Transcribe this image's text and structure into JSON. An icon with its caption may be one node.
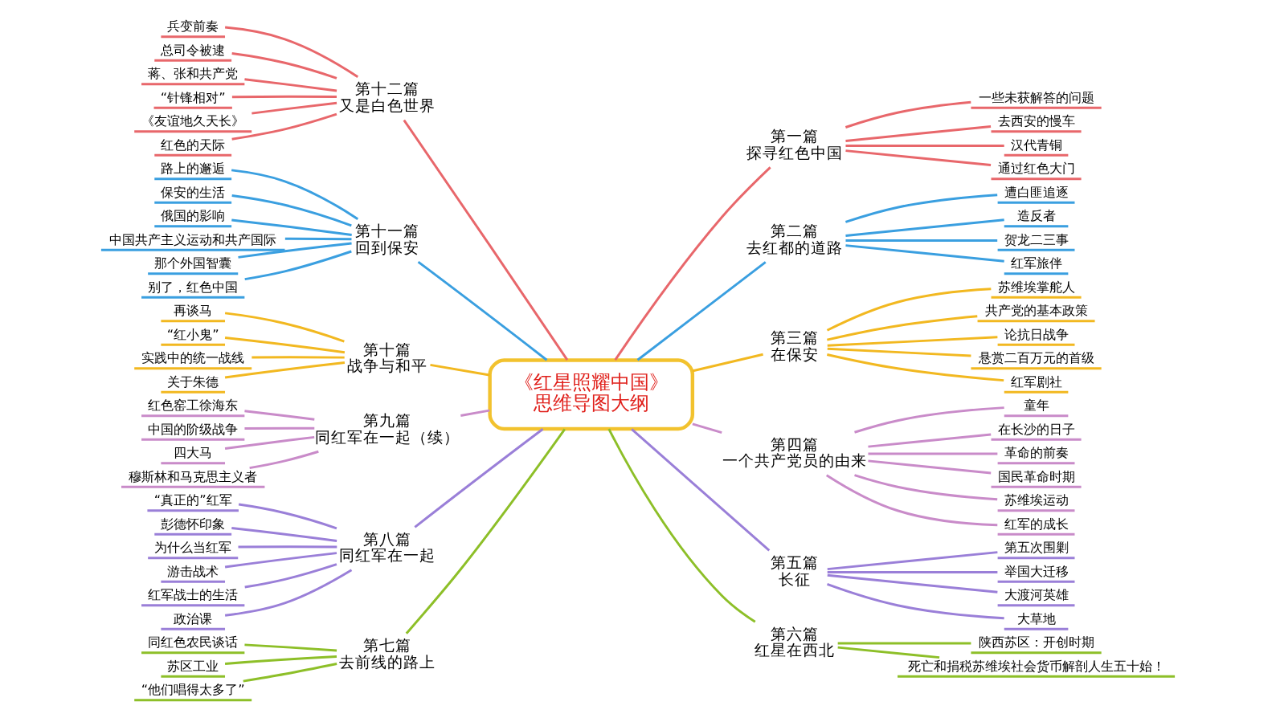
{
  "diagram": {
    "nodes": [
      {
        "text": [
          "《红星照耀中国》",
          "思维导图大纲"
        ]
      },
      {
        "text": [
          "第一篇",
          "探寻红色中国"
        ]
      },
      {
        "text": [
          "一些未获解答的问题"
        ]
      },
      {
        "text": [
          "去西安的慢车"
        ]
      },
      {
        "text": [
          "汉代青铜"
        ]
      },
      {
        "text": [
          "通过红色大门"
        ]
      },
      {
        "text": [
          "第二篇",
          "去红都的道路"
        ]
      },
      {
        "text": [
          "遭白匪追逐"
        ]
      },
      {
        "text": [
          "造反者"
        ]
      },
      {
        "text": [
          "贺龙二三事"
        ]
      },
      {
        "text": [
          "红军旅伴"
        ]
      },
      {
        "text": [
          "第三篇",
          "在保安"
        ]
      },
      {
        "text": [
          "苏维埃掌舵人"
        ]
      },
      {
        "text": [
          "共产党的基本政策"
        ]
      },
      {
        "text": [
          "论抗日战争"
        ]
      },
      {
        "text": [
          "悬赏二百万元的首级"
        ]
      },
      {
        "text": [
          "红军剧社"
        ]
      },
      {
        "text": [
          "第四篇",
          "一个共产党员的由来"
        ]
      },
      {
        "text": [
          "童年"
        ]
      },
      {
        "text": [
          "在长沙的日子"
        ]
      },
      {
        "text": [
          "革命的前奏"
        ]
      },
      {
        "text": [
          "国民革命时期"
        ]
      },
      {
        "text": [
          "苏维埃运动"
        ]
      },
      {
        "text": [
          "红军的成长"
        ]
      },
      {
        "text": [
          "第五篇",
          "长征"
        ]
      },
      {
        "text": [
          "第五次围剿"
        ]
      },
      {
        "text": [
          "举国大迁移"
        ]
      },
      {
        "text": [
          "大渡河英雄"
        ]
      },
      {
        "text": [
          "大草地"
        ]
      },
      {
        "text": [
          "第六篇",
          "红星在西北"
        ]
      },
      {
        "text": [
          "陕西苏区：开创时期"
        ]
      },
      {
        "text": [
          "死亡和捐税苏维埃社会货币解剖人生五十始！"
        ]
      },
      {
        "text": [
          "第七篇",
          "去前线的路上"
        ]
      },
      {
        "text": [
          "同红色农民谈话"
        ]
      },
      {
        "text": [
          "苏区工业"
        ]
      },
      {
        "text": [
          "“他们唱得太多了”"
        ]
      },
      {
        "text": [
          "第八篇",
          "同红军在一起"
        ]
      },
      {
        "text": [
          "“真正的”红军"
        ]
      },
      {
        "text": [
          "彭德怀印象"
        ]
      },
      {
        "text": [
          "为什么当红军"
        ]
      },
      {
        "text": [
          "游击战术"
        ]
      },
      {
        "text": [
          "红军战士的生活"
        ]
      },
      {
        "text": [
          "政治课"
        ]
      },
      {
        "text": [
          "第九篇",
          "同红军在一起（续）"
        ]
      },
      {
        "text": [
          "红色窑工徐海东"
        ]
      },
      {
        "text": [
          "中国的阶级战争"
        ]
      },
      {
        "text": [
          "四大马"
        ]
      },
      {
        "text": [
          "穆斯林和马克思主义者"
        ]
      },
      {
        "text": [
          "第十篇",
          "战争与和平"
        ]
      },
      {
        "text": [
          "再谈马"
        ]
      },
      {
        "text": [
          "“红小鬼”"
        ]
      },
      {
        "text": [
          "实践中的统一战线"
        ]
      },
      {
        "text": [
          "关于朱德"
        ]
      },
      {
        "text": [
          "第十一篇",
          "回到保安"
        ]
      },
      {
        "text": [
          "路上的邂逅"
        ]
      },
      {
        "text": [
          "保安的生活"
        ]
      },
      {
        "text": [
          "俄国的影响"
        ]
      },
      {
        "text": [
          "中国共产主义运动和共产国际"
        ]
      },
      {
        "text": [
          "那个外国智囊"
        ]
      },
      {
        "text": [
          "别了，红色中国"
        ]
      },
      {
        "text": [
          "第十二篇",
          "又是白色世界"
        ]
      },
      {
        "text": [
          "兵变前奏"
        ]
      },
      {
        "text": [
          "总司令被逮"
        ]
      },
      {
        "text": [
          "蒋、张和共产党"
        ]
      },
      {
        "text": [
          "“针锋相对”"
        ]
      },
      {
        "text": [
          "《友谊地久天长》"
        ]
      },
      {
        "text": [
          "红色的天际"
        ]
      }
    ],
    "edges": [
      {
        "from": 0,
        "to": 1,
        "arrow": "none",
        "color": "#e8676b"
      },
      {
        "from": 1,
        "to": 2,
        "arrow": "none",
        "color": "#e8676b"
      },
      {
        "from": 1,
        "to": 3,
        "arrow": "none",
        "color": "#e8676b"
      },
      {
        "from": 1,
        "to": 4,
        "arrow": "none",
        "color": "#e8676b"
      },
      {
        "from": 1,
        "to": 5,
        "arrow": "none",
        "color": "#e8676b"
      },
      {
        "from": 0,
        "to": 6,
        "arrow": "none",
        "color": "#3a9fe0"
      },
      {
        "from": 6,
        "to": 7,
        "arrow": "none",
        "color": "#3a9fe0"
      },
      {
        "from": 6,
        "to": 8,
        "arrow": "none",
        "color": "#3a9fe0"
      },
      {
        "from": 6,
        "to": 9,
        "arrow": "none",
        "color": "#3a9fe0"
      },
      {
        "from": 6,
        "to": 10,
        "arrow": "none",
        "color": "#3a9fe0"
      },
      {
        "from": 0,
        "to": 11,
        "arrow": "none",
        "color": "#f2b820"
      },
      {
        "from": 11,
        "to": 12,
        "arrow": "none",
        "color": "#f2b820"
      },
      {
        "from": 11,
        "to": 13,
        "arrow": "none",
        "color": "#f2b820"
      },
      {
        "from": 11,
        "to": 14,
        "arrow": "none",
        "color": "#f2b820"
      },
      {
        "from": 11,
        "to": 15,
        "arrow": "none",
        "color": "#f2b820"
      },
      {
        "from": 11,
        "to": 16,
        "arrow": "none",
        "color": "#f2b820"
      },
      {
        "from": 0,
        "to": 17,
        "arrow": "none",
        "color": "#c98bc9"
      },
      {
        "from": 17,
        "to": 18,
        "arrow": "none",
        "color": "#c98bc9"
      },
      {
        "from": 17,
        "to": 19,
        "arrow": "none",
        "color": "#c98bc9"
      },
      {
        "from": 17,
        "to": 20,
        "arrow": "none",
        "color": "#c98bc9"
      },
      {
        "from": 17,
        "to": 21,
        "arrow": "none",
        "color": "#c98bc9"
      },
      {
        "from": 17,
        "to": 22,
        "arrow": "none",
        "color": "#c98bc9"
      },
      {
        "from": 17,
        "to": 23,
        "arrow": "none",
        "color": "#c98bc9"
      },
      {
        "from": 0,
        "to": 24,
        "arrow": "none",
        "color": "#9a7fd8"
      },
      {
        "from": 24,
        "to": 25,
        "arrow": "none",
        "color": "#9a7fd8"
      },
      {
        "from": 24,
        "to": 26,
        "arrow": "none",
        "color": "#9a7fd8"
      },
      {
        "from": 24,
        "to": 27,
        "arrow": "none",
        "color": "#9a7fd8"
      },
      {
        "from": 24,
        "to": 28,
        "arrow": "none",
        "color": "#9a7fd8"
      },
      {
        "from": 0,
        "to": 29,
        "arrow": "none",
        "color": "#8dbf28"
      },
      {
        "from": 29,
        "to": 30,
        "arrow": "none",
        "color": "#8dbf28"
      },
      {
        "from": 29,
        "to": 31,
        "arrow": "none",
        "color": "#8dbf28"
      },
      {
        "from": 0,
        "to": 32,
        "arrow": "none",
        "color": "#8dbf28"
      },
      {
        "from": 32,
        "to": 33,
        "arrow": "none",
        "color": "#8dbf28"
      },
      {
        "from": 32,
        "to": 34,
        "arrow": "none",
        "color": "#8dbf28"
      },
      {
        "from": 32,
        "to": 35,
        "arrow": "none",
        "color": "#8dbf28"
      },
      {
        "from": 0,
        "to": 36,
        "arrow": "none",
        "color": "#9a7fd8"
      },
      {
        "from": 36,
        "to": 37,
        "arrow": "none",
        "color": "#9a7fd8"
      },
      {
        "from": 36,
        "to": 38,
        "arrow": "none",
        "color": "#9a7fd8"
      },
      {
        "from": 36,
        "to": 39,
        "arrow": "none",
        "color": "#9a7fd8"
      },
      {
        "from": 36,
        "to": 40,
        "arrow": "none",
        "color": "#9a7fd8"
      },
      {
        "from": 36,
        "to": 41,
        "arrow": "none",
        "color": "#9a7fd8"
      },
      {
        "from": 36,
        "to": 42,
        "arrow": "none",
        "color": "#9a7fd8"
      },
      {
        "from": 0,
        "to": 43,
        "arrow": "none",
        "color": "#c98bc9"
      },
      {
        "from": 43,
        "to": 44,
        "arrow": "none",
        "color": "#c98bc9"
      },
      {
        "from": 43,
        "to": 45,
        "arrow": "none",
        "color": "#c98bc9"
      },
      {
        "from": 43,
        "to": 46,
        "arrow": "none",
        "color": "#c98bc9"
      },
      {
        "from": 43,
        "to": 47,
        "arrow": "none",
        "color": "#c98bc9"
      },
      {
        "from": 0,
        "to": 48,
        "arrow": "none",
        "color": "#f2b820"
      },
      {
        "from": 48,
        "to": 49,
        "arrow": "none",
        "color": "#f2b820"
      },
      {
        "from": 48,
        "to": 50,
        "arrow": "none",
        "color": "#f2b820"
      },
      {
        "from": 48,
        "to": 51,
        "arrow": "none",
        "color": "#f2b820"
      },
      {
        "from": 48,
        "to": 52,
        "arrow": "none",
        "color": "#f2b820"
      },
      {
        "from": 0,
        "to": 53,
        "arrow": "none",
        "color": "#3a9fe0"
      },
      {
        "from": 53,
        "to": 54,
        "arrow": "none",
        "color": "#3a9fe0"
      },
      {
        "from": 53,
        "to": 55,
        "arrow": "none",
        "color": "#3a9fe0"
      },
      {
        "from": 53,
        "to": 56,
        "arrow": "none",
        "color": "#3a9fe0"
      },
      {
        "from": 53,
        "to": 57,
        "arrow": "none",
        "color": "#3a9fe0"
      },
      {
        "from": 53,
        "to": 58,
        "arrow": "none",
        "color": "#3a9fe0"
      },
      {
        "from": 53,
        "to": 59,
        "arrow": "none",
        "color": "#3a9fe0"
      },
      {
        "from": 0,
        "to": 60,
        "arrow": "none",
        "color": "#e8676b"
      },
      {
        "from": 60,
        "to": 61,
        "arrow": "none",
        "color": "#e8676b"
      },
      {
        "from": 60,
        "to": 62,
        "arrow": "none",
        "color": "#e8676b"
      },
      {
        "from": 60,
        "to": 63,
        "arrow": "none",
        "color": "#e8676b"
      },
      {
        "from": 60,
        "to": 64,
        "arrow": "none",
        "color": "#e8676b"
      },
      {
        "from": 60,
        "to": 65,
        "arrow": "none",
        "color": "#e8676b"
      },
      {
        "from": 60,
        "to": 66,
        "arrow": "none",
        "color": "#e8676b"
      }
    ]
  }
}
